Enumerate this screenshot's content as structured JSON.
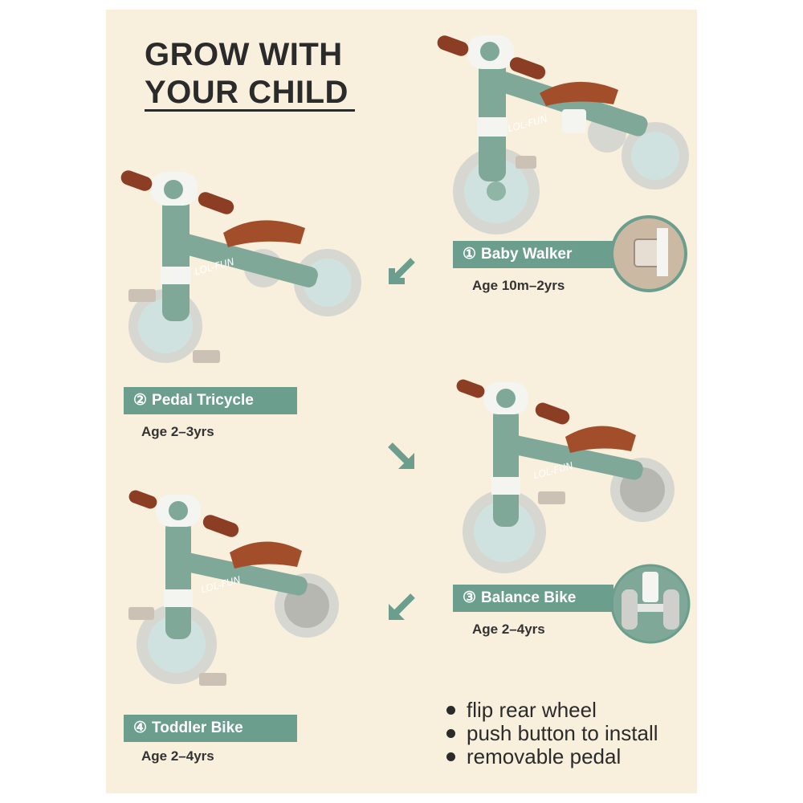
{
  "title": {
    "line1": "GROW WITH",
    "line2": "YOUR CHILD"
  },
  "stages": [
    {
      "num": "①",
      "label": "Baby Walker",
      "age": "Age 10m–2yrs"
    },
    {
      "num": "②",
      "label": "Pedal Tricycle",
      "age": "Age 2–3yrs"
    },
    {
      "num": "③",
      "label": "Balance Bike",
      "age": "Age 2–4yrs"
    },
    {
      "num": "④",
      "label": "Toddler Bike",
      "age": "Age 2–4yrs"
    }
  ],
  "brand": "LOL-FUN",
  "notes": [
    "flip rear wheel",
    "push button to install",
    "removable pedal"
  ],
  "colors": {
    "background": "#f8efdc",
    "accent": "#6b9e8d",
    "frame": "#7fa898",
    "saddle": "#a24e2a",
    "grip": "#8b3e24",
    "text": "#2b2b2b"
  },
  "icons": [
    "arrow-down-left-icon",
    "arrow-down-right-icon",
    "arrow-down-left-icon"
  ]
}
